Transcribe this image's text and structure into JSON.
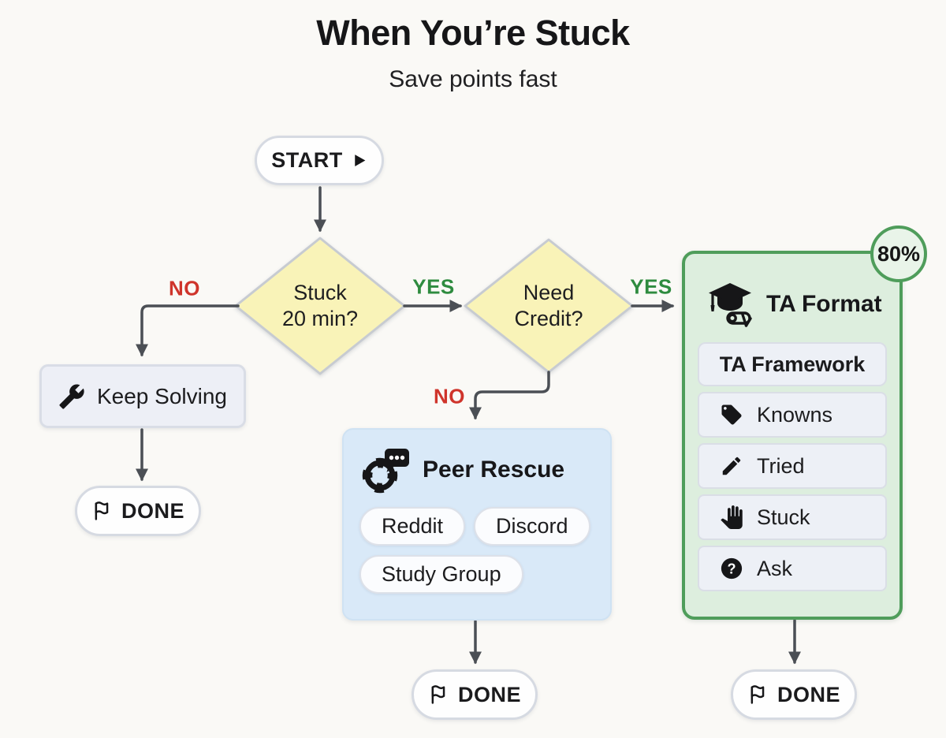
{
  "header": {
    "title": "When You’re Stuck",
    "subtitle": "Save points fast"
  },
  "flow": {
    "start_label": "START",
    "decision_stuck": {
      "line1": "Stuck",
      "line2": "20 min?"
    },
    "decision_credit": {
      "line1": "Need",
      "line2": "Credit?"
    },
    "edge_labels": {
      "stuck_no": "NO",
      "stuck_yes": "YES",
      "credit_yes": "YES",
      "credit_no": "NO"
    },
    "keep_solving_label": "Keep Solving",
    "done_label_1": "DONE",
    "done_label_2": "DONE",
    "done_label_3": "DONE"
  },
  "peer_rescue": {
    "title": "Peer Rescue",
    "chips": [
      "Reddit",
      "Discord",
      "Study Group"
    ]
  },
  "ta_format": {
    "badge": "80%",
    "title": "TA Format",
    "framework_header": "TA Framework",
    "items": [
      {
        "label": "Knowns",
        "icon": "tag-icon"
      },
      {
        "label": "Tried",
        "icon": "pencil-icon"
      },
      {
        "label": "Stuck",
        "icon": "hand-icon"
      },
      {
        "label": "Ask",
        "icon": "question-icon"
      }
    ]
  },
  "colors": {
    "yes_green": "#2e8b3f",
    "no_red": "#cf342b",
    "diamond_yellow": "#f9f3b8",
    "peer_blue": "#d9e9f8",
    "ta_green_fill": "#ddeede",
    "ta_green_border": "#4f9d5b",
    "arrow_gray": "#4b4f55"
  }
}
